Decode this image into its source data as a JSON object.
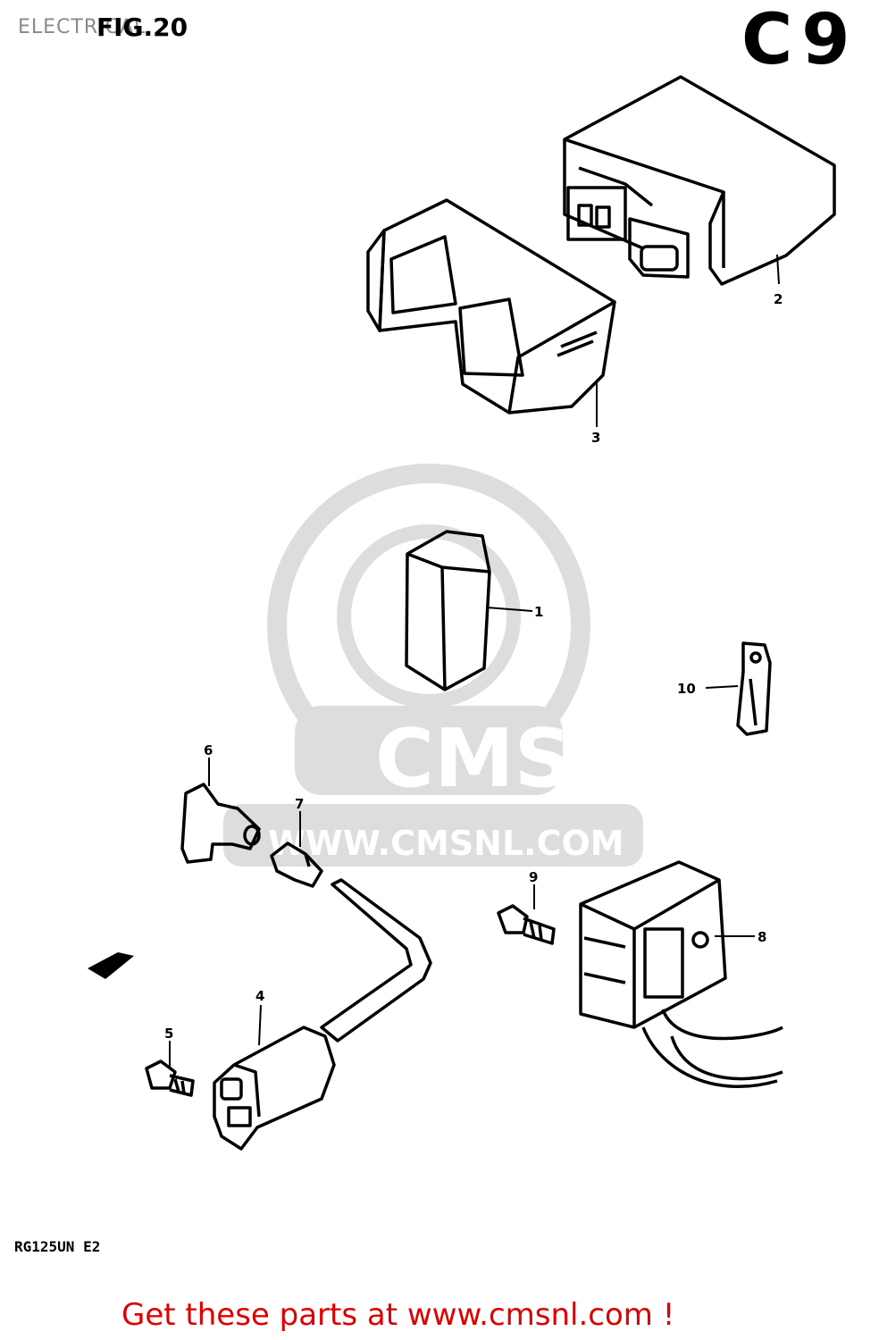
{
  "header": {
    "section_title": "ELECTRICAL",
    "figure_label": "FIG.20",
    "page_code": "C9"
  },
  "watermark": {
    "brand": "CMS",
    "url": "WWW.CMSNL.COM"
  },
  "callouts": [
    "1",
    "2",
    "3",
    "4",
    "5",
    "6",
    "7",
    "8",
    "9",
    "10"
  ],
  "model_code": "RG125UN E2",
  "footer": {
    "link_text": "Get these parts at www.cmsnl.com !"
  }
}
